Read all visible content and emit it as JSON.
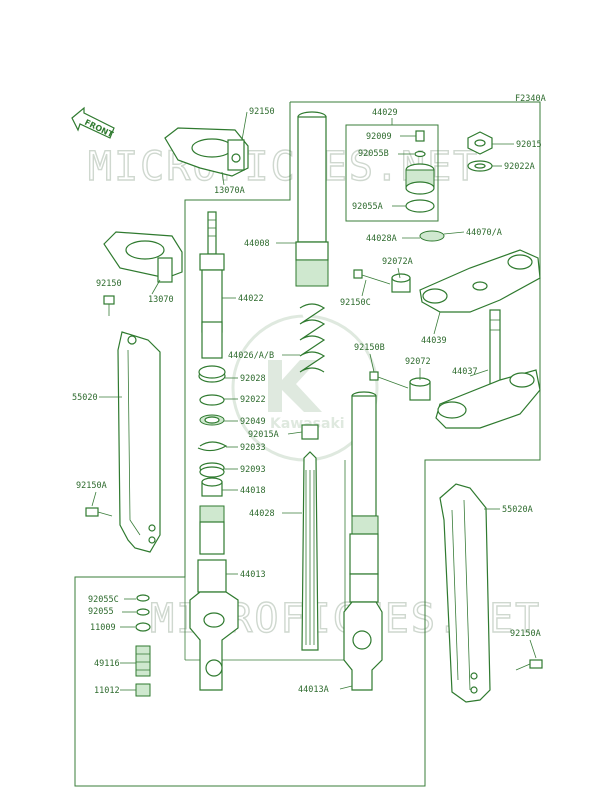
{
  "diagram_code": "F2340A",
  "front_label": "FRONT",
  "watermark_text": "MICROFICHES.NET",
  "logo_text": "Kawasaki",
  "colors": {
    "line": "#2f7a2f",
    "fill": "#cfe8cf",
    "watermark": "#cfd8cf"
  },
  "parts": {
    "p92150_top": "92150",
    "p13070A": "13070A",
    "p44029": "44029",
    "p92009": "92009",
    "p92055B": "92055B",
    "p92055A": "92055A",
    "p44028A": "44028A",
    "p44070": "44070/A",
    "p92015": "92015",
    "p92022A": "92022A",
    "p44008": "44008",
    "p92072A": "92072A",
    "p92150C": "92150C",
    "p44039": "44039",
    "p92150_left": "92150",
    "p13070": "13070",
    "p44022": "44022",
    "p44026": "44026/A/B",
    "p92150B": "92150B",
    "p92072": "92072",
    "p44037": "44037",
    "p55020": "55020",
    "p92028": "92028",
    "p92022": "92022",
    "p92049": "92049",
    "p92015A": "92015A",
    "p92033": "92033",
    "p92093": "92093",
    "p44018": "44018",
    "p92150A_left": "92150A",
    "p44028": "44028",
    "p55020A": "55020A",
    "p44013": "44013",
    "p92055C": "92055C",
    "p92055": "92055",
    "p11009": "11009",
    "p92150A_right": "92150A",
    "p49116": "49116",
    "p11012": "11012",
    "p44013A": "44013A"
  }
}
